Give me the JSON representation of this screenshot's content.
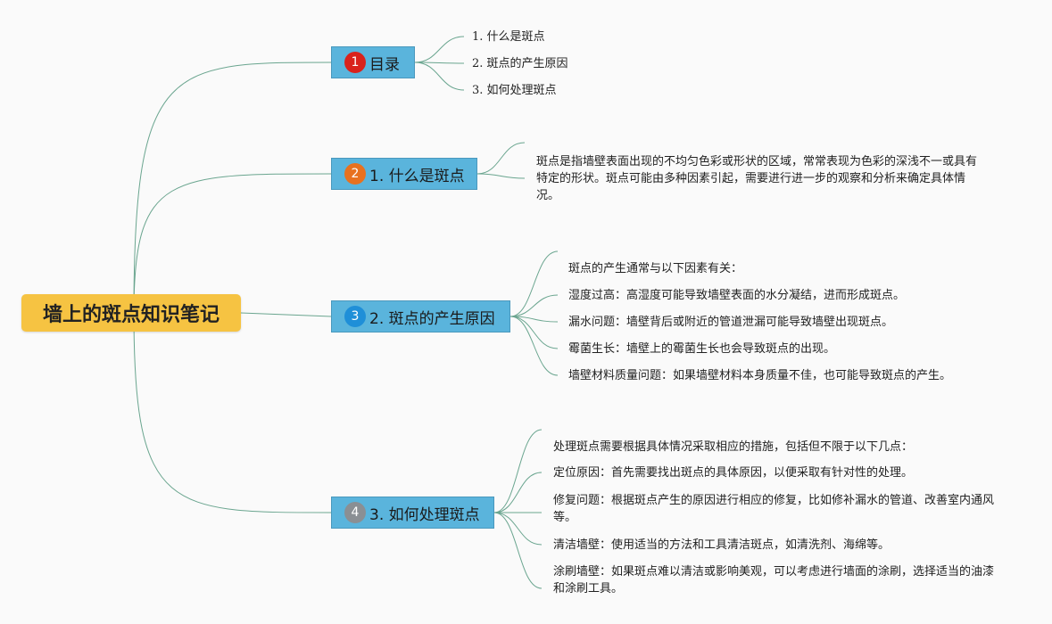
{
  "root": {
    "title": "墙上的斑点知识笔记"
  },
  "branches": [
    {
      "number": "1",
      "badge_color": "#d9221c",
      "label": "目录",
      "items": [
        "1. 什么是斑点",
        "2. 斑点的产生原因",
        "3. 如何处理斑点"
      ]
    },
    {
      "number": "2",
      "badge_color": "#e8711f",
      "label": "1. 什么是斑点",
      "items": [
        "斑点是指墙壁表面出现的不均匀色彩或形状的区域，常常表现为色彩的深浅不一或具有特定的形状。斑点可能由多种因素引起，需要进行进一步的观察和分析来确定具体情况。"
      ]
    },
    {
      "number": "3",
      "badge_color": "#1f8fd8",
      "label": "2. 斑点的产生原因",
      "items": [
        "斑点的产生通常与以下因素有关：",
        "湿度过高：高湿度可能导致墙壁表面的水分凝结，进而形成斑点。",
        "漏水问题：墙壁背后或附近的管道泄漏可能导致墙壁出现斑点。",
        "霉菌生长：墙壁上的霉菌生长也会导致斑点的出现。",
        "墙壁材料质量问题：如果墙壁材料本身质量不佳，也可能导致斑点的产生。"
      ]
    },
    {
      "number": "4",
      "badge_color": "#8a8f94",
      "label": "3. 如何处理斑点",
      "items": [
        "处理斑点需要根据具体情况采取相应的措施，包括但不限于以下几点：",
        "定位原因：首先需要找出斑点的具体原因，以便采取有针对性的处理。",
        "修复问题：根据斑点产生的原因进行相应的修复，比如修补漏水的管道、改善室内通风等。",
        "清洁墙壁：使用适当的方法和工具清洁斑点，如清洗剂、海绵等。",
        "涂刷墙壁：如果斑点难以清洁或影响美观，可以考虑进行墙面的涂刷，选择适当的油漆和涂刷工具。"
      ]
    }
  ],
  "colors": {
    "connector": "#6aa58f",
    "branch_fill": "#5ab4dc",
    "root_fill": "#f6c342"
  }
}
